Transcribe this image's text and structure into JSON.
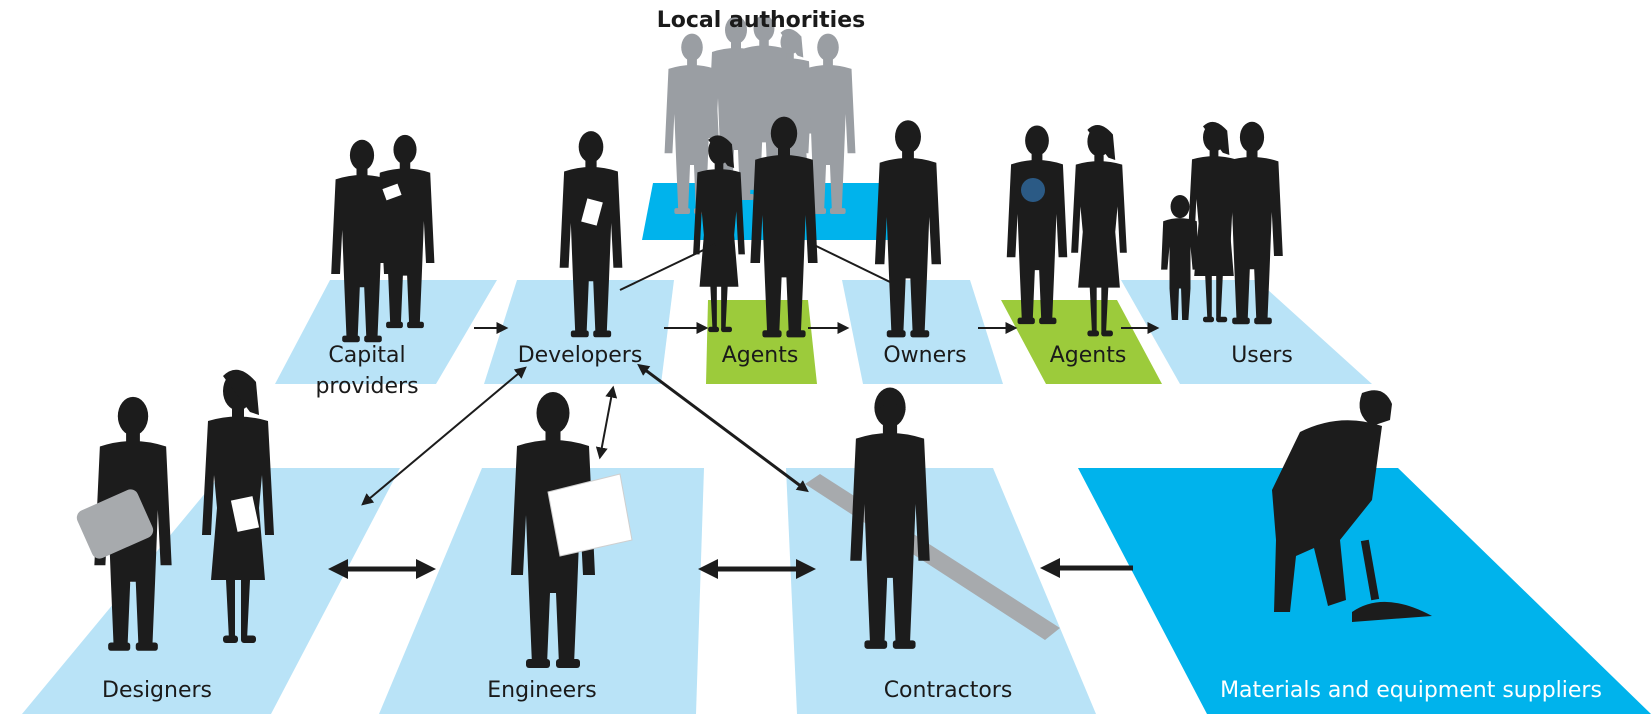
{
  "diagram": {
    "title": "Local authorities",
    "labels": {
      "capital_providers_line1": "Capital",
      "capital_providers_line2": "providers",
      "developers": "Developers",
      "agents_1": "Agents",
      "owners": "Owners",
      "agents_2": "Agents",
      "users": "Users",
      "designers": "Designers",
      "engineers": "Engineers",
      "contractors": "Contractors",
      "suppliers": "Materials and equipment suppliers"
    },
    "colors": {
      "light_blue": "#b9e3f7",
      "bright_blue": "#00b3ec",
      "green": "#9ccb3b",
      "silhouette": "#1c1c1c",
      "grey_silhouette": "#9a9ea3",
      "arrow": "#1c1c1c"
    }
  }
}
